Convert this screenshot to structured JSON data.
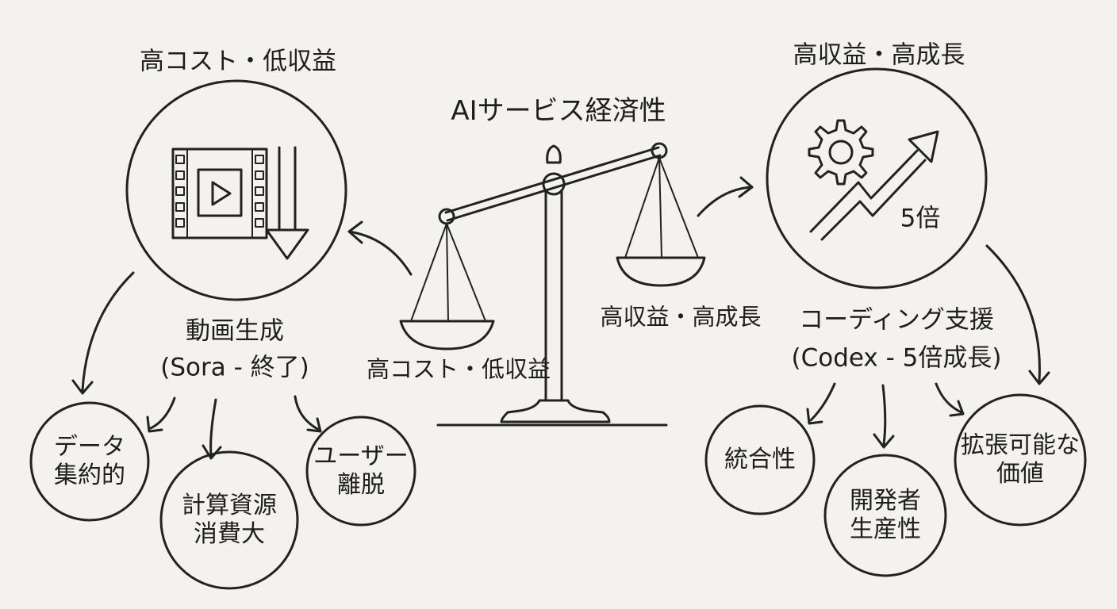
{
  "title": "AIサービス経済性",
  "left": {
    "heading": "高コスト・低収益",
    "topic": "動画生成",
    "topic_sub": "(Sora - 終了)",
    "icon": "film-strip-down-arrow-icon",
    "nodes": [
      {
        "line1": "データ",
        "line2": "集約的"
      },
      {
        "line1": "計算資源",
        "line2": "消費大"
      },
      {
        "line1": "ユーザー",
        "line2": "離脱"
      }
    ]
  },
  "right": {
    "heading": "高収益・高成長",
    "topic": "コーディング支援",
    "topic_sub": "(Codex - 5倍成長)",
    "icon": "gear-growth-arrow-icon",
    "icon_label": "5倍",
    "nodes": [
      {
        "line1": "統合性",
        "line2": ""
      },
      {
        "line1": "開発者",
        "line2": "生産性"
      },
      {
        "line1": "拡張可能な",
        "line2": "価値"
      }
    ]
  },
  "scale": {
    "left_pan_label": "高コスト・低収益",
    "right_pan_label": "高収益・高成長",
    "icon": "balance-scale-icon"
  }
}
